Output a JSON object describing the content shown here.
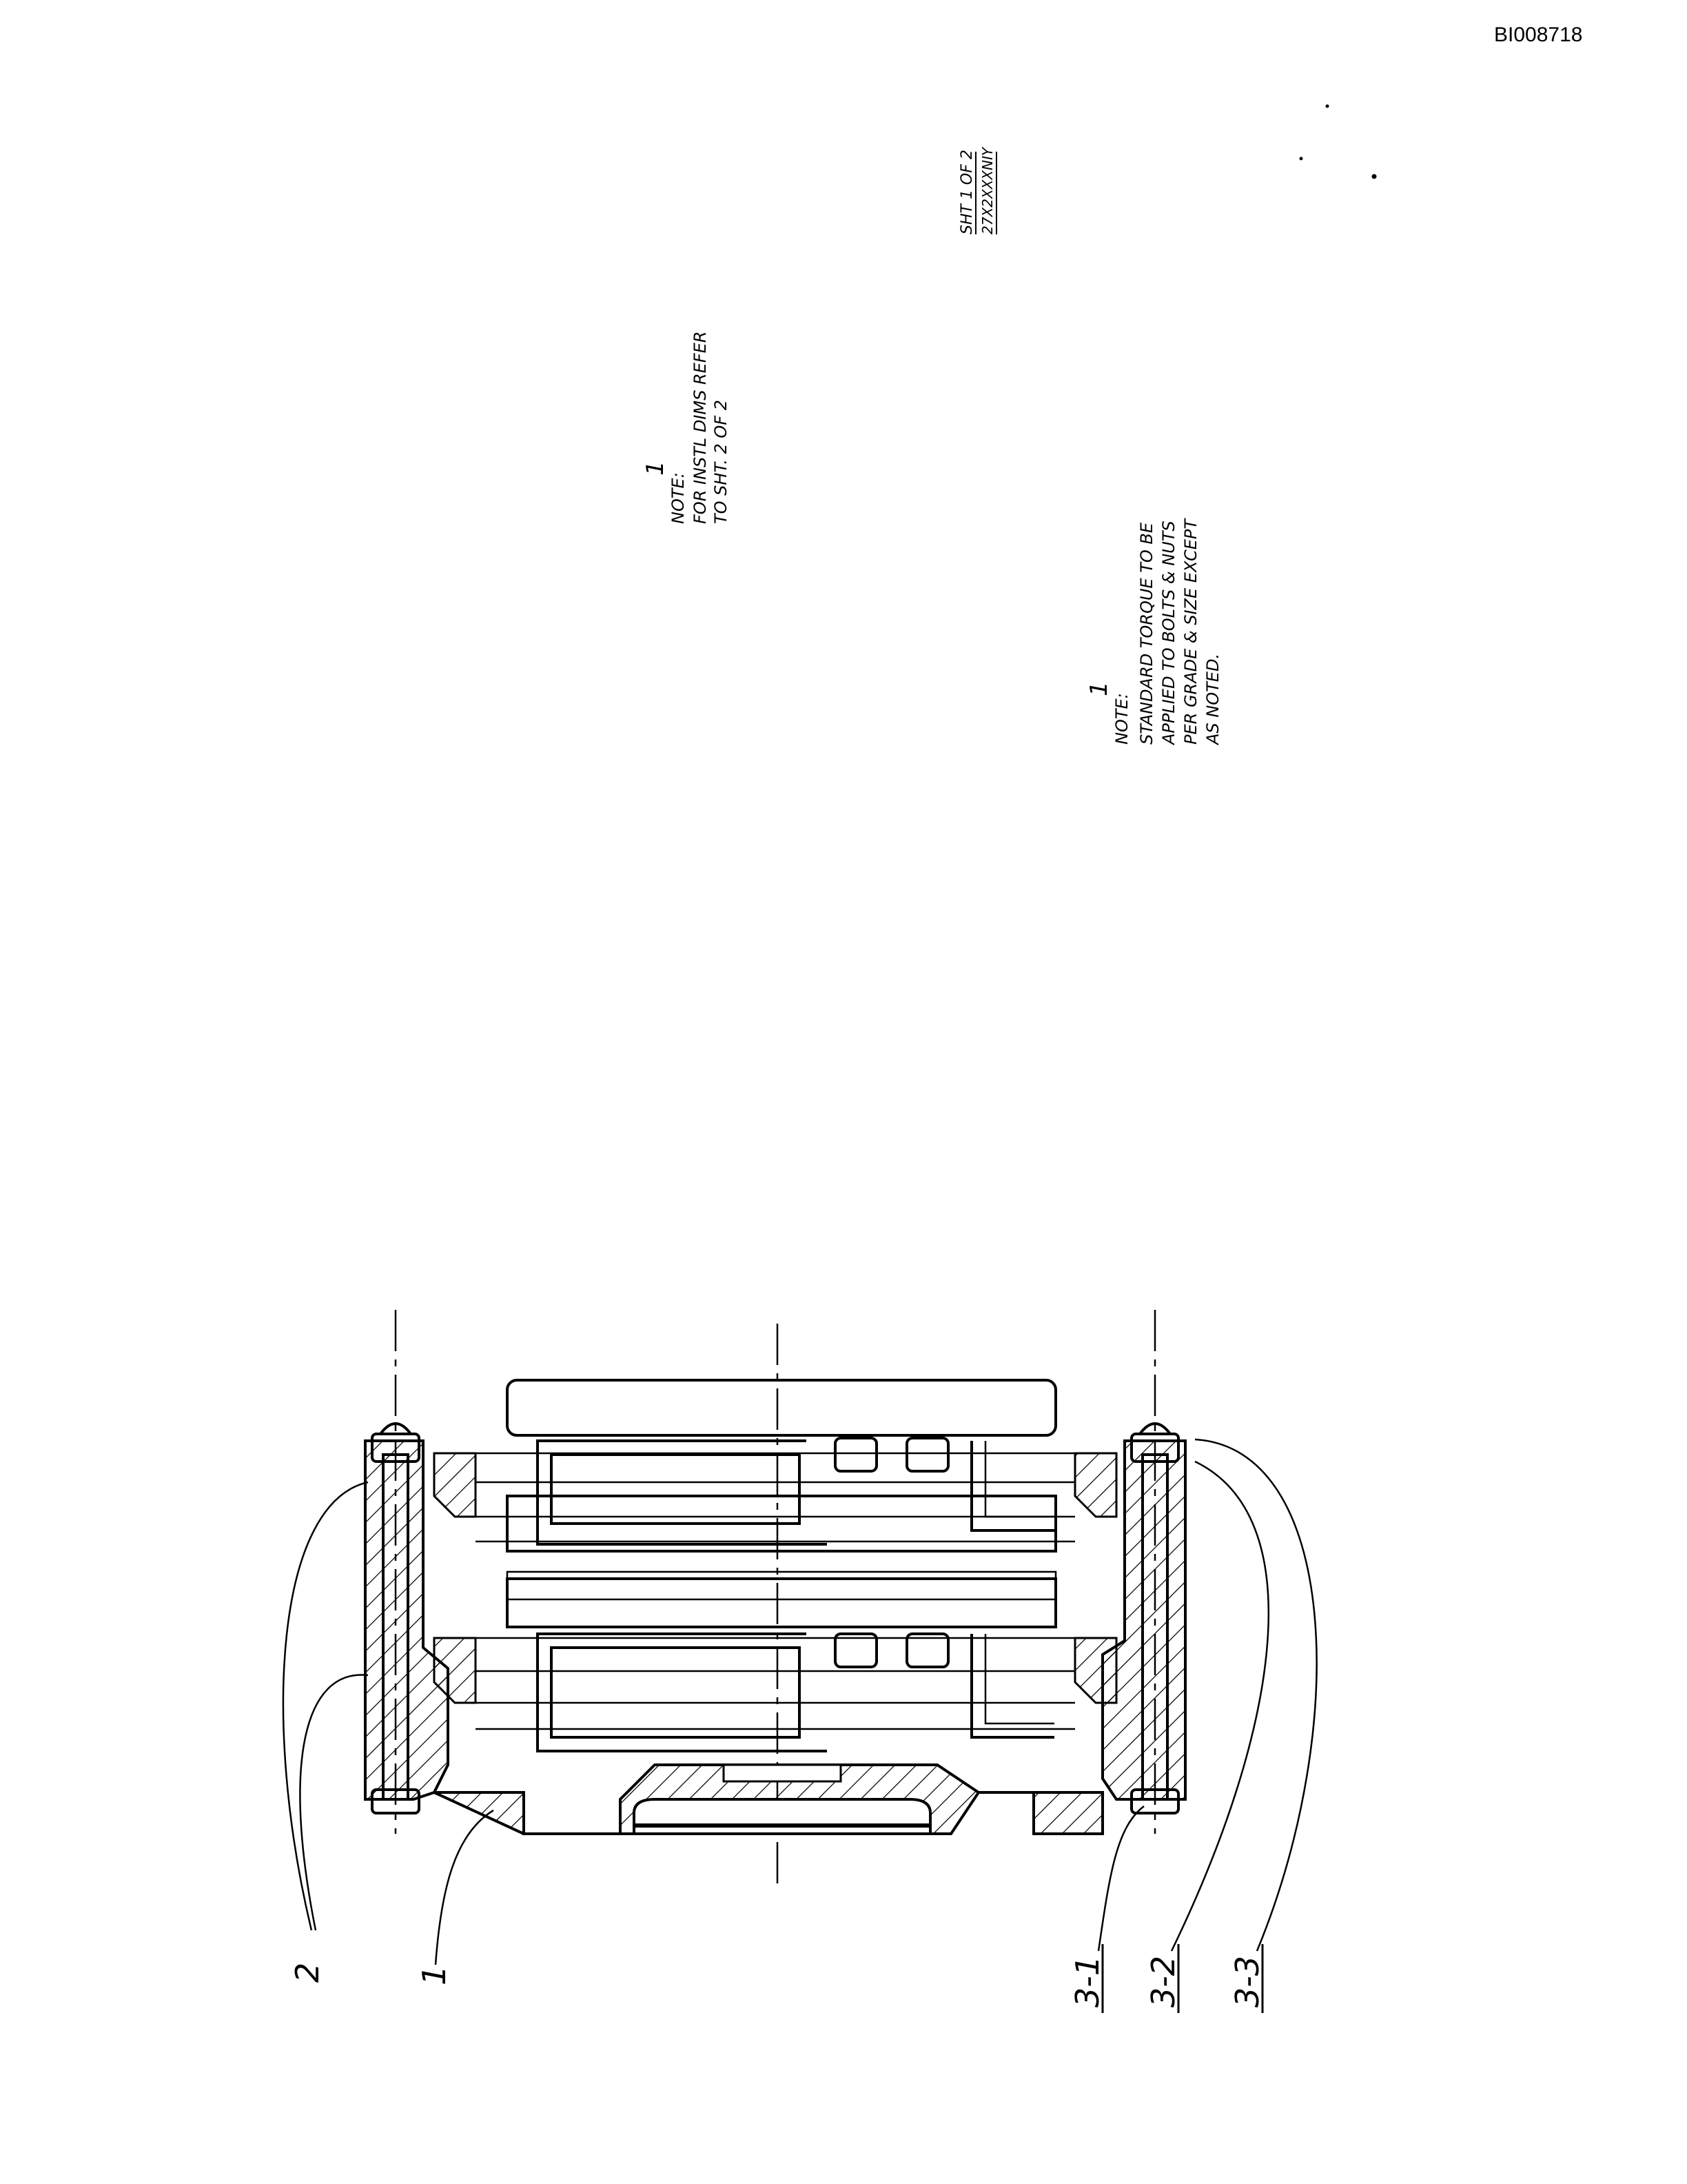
{
  "document_id": "BI008718",
  "sheet": {
    "line1": "SHT 1 OF 2",
    "line2": "27X2XXXNIY"
  },
  "note_install": {
    "label": "NOTE:",
    "flag": "1",
    "line1": "FOR INSTL DIMS REFER",
    "line2": "TO SHT. 2 OF 2"
  },
  "note_torque": {
    "label": "NOTE:",
    "flag": "1",
    "line1": "STANDARD TORQUE TO BE",
    "line2": "APPLIED TO BOLTS & NUTS",
    "line3": "PER GRADE & SIZE EXCEPT",
    "line4": "AS NOTED."
  },
  "callouts": {
    "item_2": "2",
    "item_1": "1",
    "item_3_1": "3-1",
    "item_3_2": "3-2",
    "item_3_3": "3-3"
  }
}
